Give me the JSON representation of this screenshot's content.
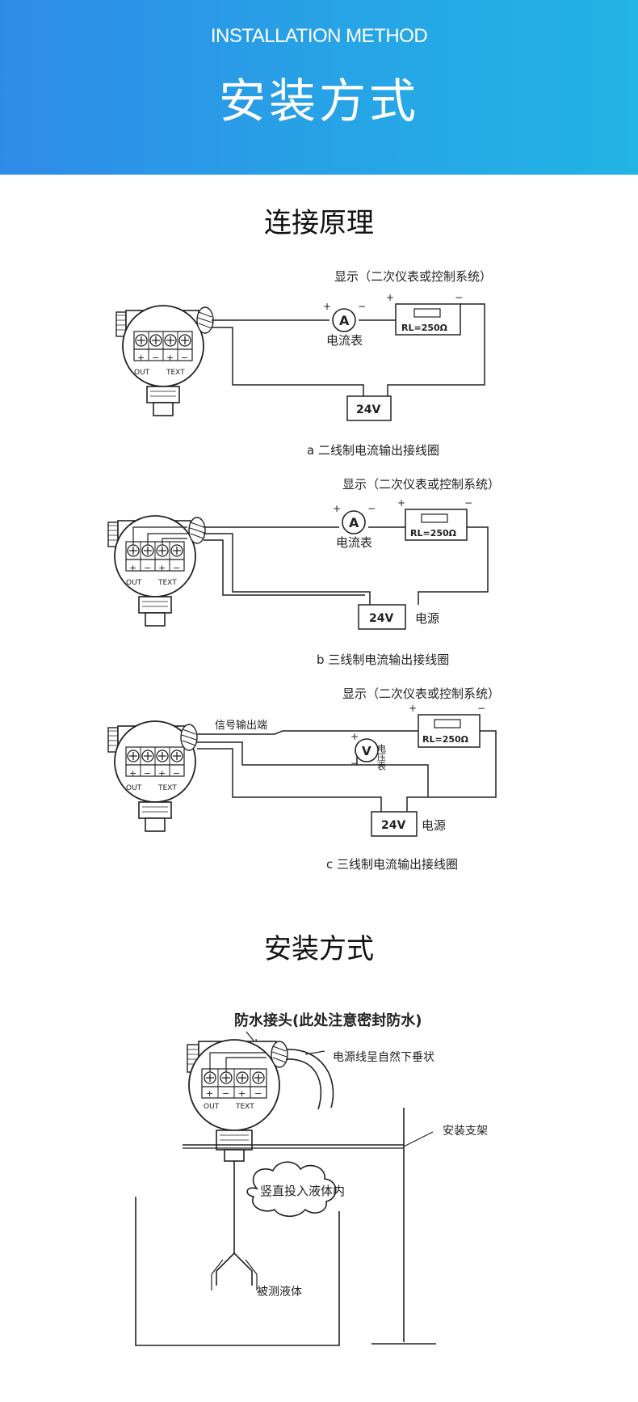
{
  "header": {
    "title_en": "INSTALLATION METHOD",
    "title_cn": "安装方式"
  },
  "section1": {
    "title": "连接原理",
    "diagrams": [
      {
        "display_label": "显示（二次仪表或控制系统）",
        "meter_symbol": "A",
        "meter_label": "电流表",
        "load_label": "RL=250Ω",
        "supply_label": "24V",
        "supply_caption": "",
        "caption": "a 二线制电流输出接线圈"
      },
      {
        "display_label": "显示（二次仪表或控制系统）",
        "meter_symbol": "A",
        "meter_label": "电流表",
        "load_label": "RL=250Ω",
        "supply_label": "24V",
        "supply_caption": "电源",
        "caption": "b 三线制电流输出接线圈"
      },
      {
        "display_label": "显示（二次仪表或控制系统）",
        "meter_symbol": "V",
        "meter_label": "电压表",
        "signal_label": "信号输出端",
        "load_label": "RL=250Ω",
        "supply_label": "24V",
        "supply_caption": "电源",
        "caption": "c 三线制电流输出接线圈"
      }
    ],
    "terminal_labels": {
      "out": "OUT",
      "text": "TEXT",
      "plus": "+",
      "minus": "−"
    }
  },
  "section2": {
    "title": "安装方式",
    "waterproof_label": "防水接头(此处注意密封防水)",
    "cable_label": "电源线呈自然下垂状",
    "bracket_label": "安装支架",
    "cloud_label": "竖直投入液体内",
    "liquid_label": "被测液体"
  }
}
